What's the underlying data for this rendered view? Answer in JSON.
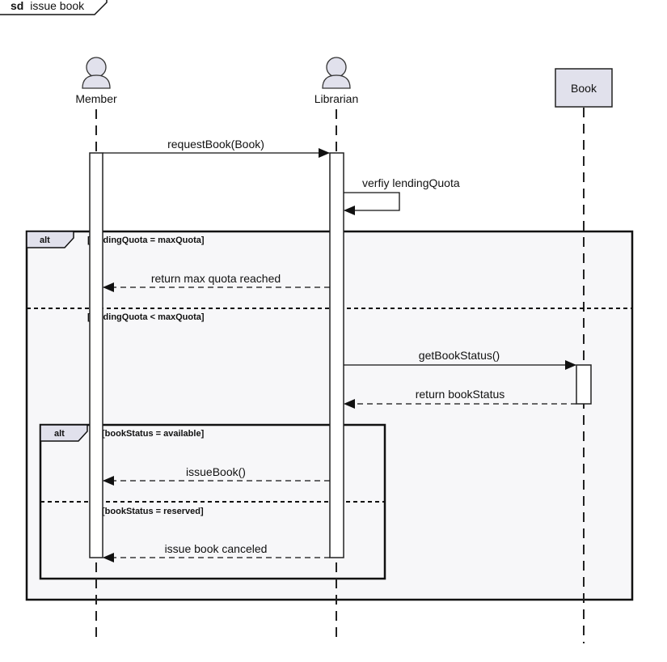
{
  "diagram": {
    "type": "UML sequence diagram",
    "frame_keyword": "sd",
    "frame_title": "issue book",
    "colors": {
      "participant_fill": "#e1e1ec",
      "fragment_fill": "#f7f7f9",
      "line": "#111111"
    },
    "participants": [
      {
        "id": "member",
        "label": "Member",
        "kind": "actor",
        "icon": "actor-stick-figure-icon"
      },
      {
        "id": "librarian",
        "label": "Librarian",
        "kind": "actor",
        "icon": "actor-stick-figure-icon"
      },
      {
        "id": "book",
        "label": "Book",
        "kind": "object"
      }
    ],
    "messages": [
      {
        "id": "m1",
        "from": "member",
        "to": "librarian",
        "label": "requestBook(Book)",
        "style": "sync"
      },
      {
        "id": "m2",
        "from": "librarian",
        "to": "librarian",
        "label": "verfiy lendingQuota",
        "style": "self"
      },
      {
        "id": "m3",
        "from": "librarian",
        "to": "member",
        "label": "return max quota reached",
        "style": "return"
      },
      {
        "id": "m4",
        "from": "librarian",
        "to": "book",
        "label": "getBookStatus()",
        "style": "sync"
      },
      {
        "id": "m5",
        "from": "book",
        "to": "librarian",
        "label": "return bookStatus",
        "style": "return"
      },
      {
        "id": "m6",
        "from": "librarian",
        "to": "member",
        "label": "issueBook()",
        "style": "return"
      },
      {
        "id": "m7",
        "from": "librarian",
        "to": "member",
        "label": "issue book canceled",
        "style": "return"
      }
    ],
    "fragments": [
      {
        "id": "outer",
        "operator": "alt",
        "operands": [
          {
            "guard": "[lendingQuota = maxQuota]"
          },
          {
            "guard": "[lendingQuota < maxQuota]"
          }
        ]
      },
      {
        "id": "inner",
        "operator": "alt",
        "operands": [
          {
            "guard": "[bookStatus = available]"
          },
          {
            "guard": "[bookStatus = reserved]"
          }
        ]
      }
    ]
  }
}
